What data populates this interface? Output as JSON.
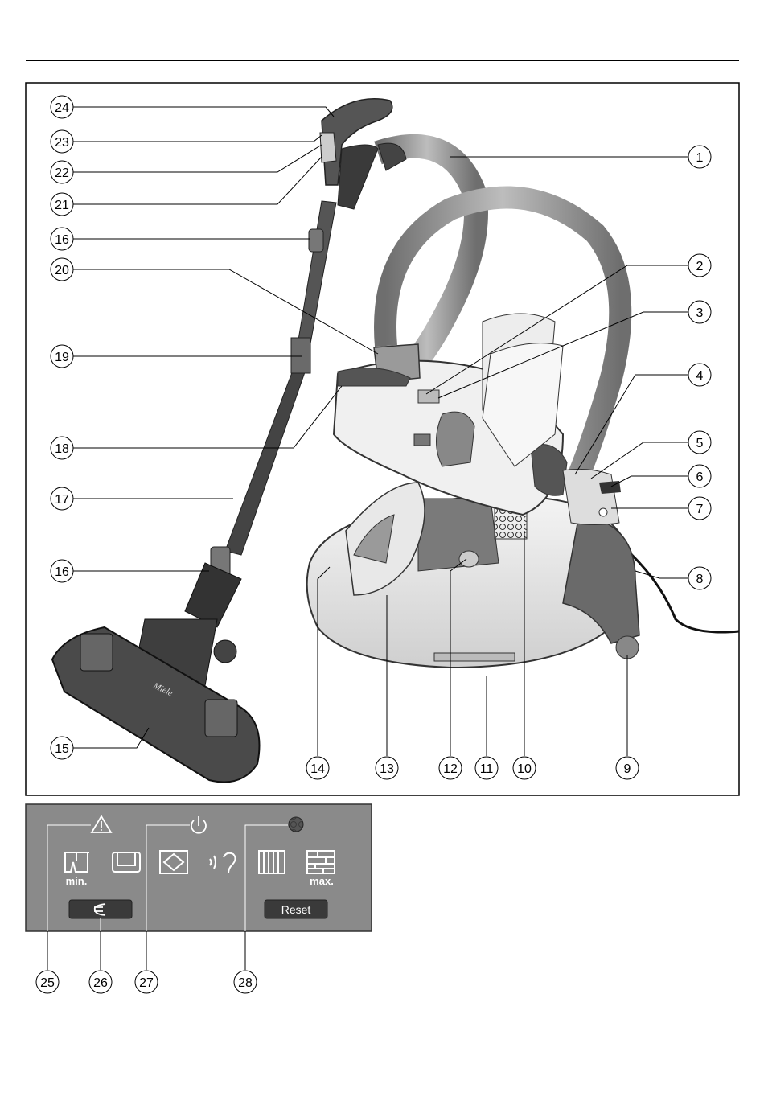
{
  "brand": "Miele",
  "callouts": {
    "1": "1",
    "2": "2",
    "3": "3",
    "4": "4",
    "5": "5",
    "6": "6",
    "7": "7",
    "8": "8",
    "9": "9",
    "10": "10",
    "11": "11",
    "12": "12",
    "13": "13",
    "14": "14",
    "15": "15",
    "16a": "16",
    "16b": "16",
    "17": "17",
    "18": "18",
    "19": "19",
    "20": "20",
    "21": "21",
    "22": "22",
    "23": "23",
    "24": "24",
    "25": "25",
    "26": "26",
    "27": "27",
    "28": "28"
  },
  "panel": {
    "min_label": "min.",
    "max_label": "max.",
    "reset_label": "Reset",
    "icons": [
      "warning-icon",
      "power-icon",
      "filter-icon",
      "curtain-icon",
      "upholstery-icon",
      "rug-icon",
      "quiet-icon",
      "carpet-icon",
      "floor-icon",
      "eco-icon"
    ]
  },
  "colors": {
    "panel_bg": "#8a8a8a",
    "button_bg": "#3a3a3a",
    "line": "#000000"
  }
}
